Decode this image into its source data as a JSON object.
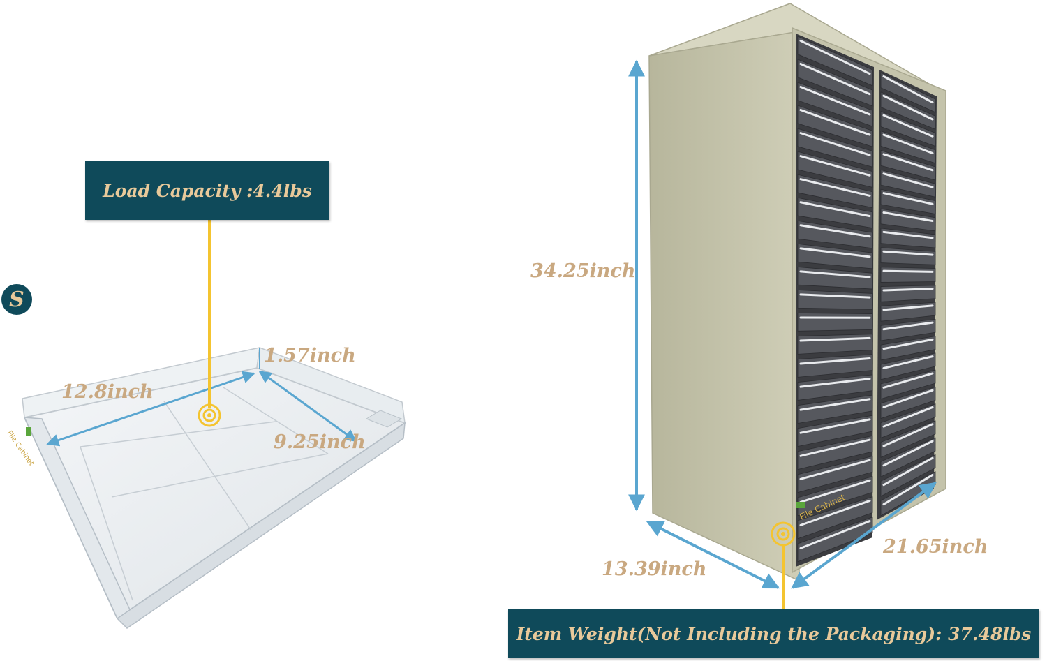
{
  "logo": {
    "letter": "S"
  },
  "tray": {
    "load_capacity": "Load Capacity :4.4lbs",
    "width_label": "12.8inch",
    "height_label": "1.57inch",
    "depth_label": "9.25inch",
    "side_text": "File Cabinet"
  },
  "cabinet": {
    "height_label": "34.25inch",
    "depth_label": "13.39inch",
    "width_label": "21.65inch",
    "item_weight": "Item Weight(Not Including the Packaging): 37.48lbs",
    "front_text": "File Cabinet",
    "drawers_per_column": 23,
    "columns": 2
  },
  "colors": {
    "navy": "#0f4a5a",
    "gold_text": "#e8c99a",
    "dimension_text": "#c9a880",
    "arrow_blue": "#5aa6d0",
    "callout_yellow": "#f4c430",
    "cabinet_body": "#c4c3ab"
  }
}
